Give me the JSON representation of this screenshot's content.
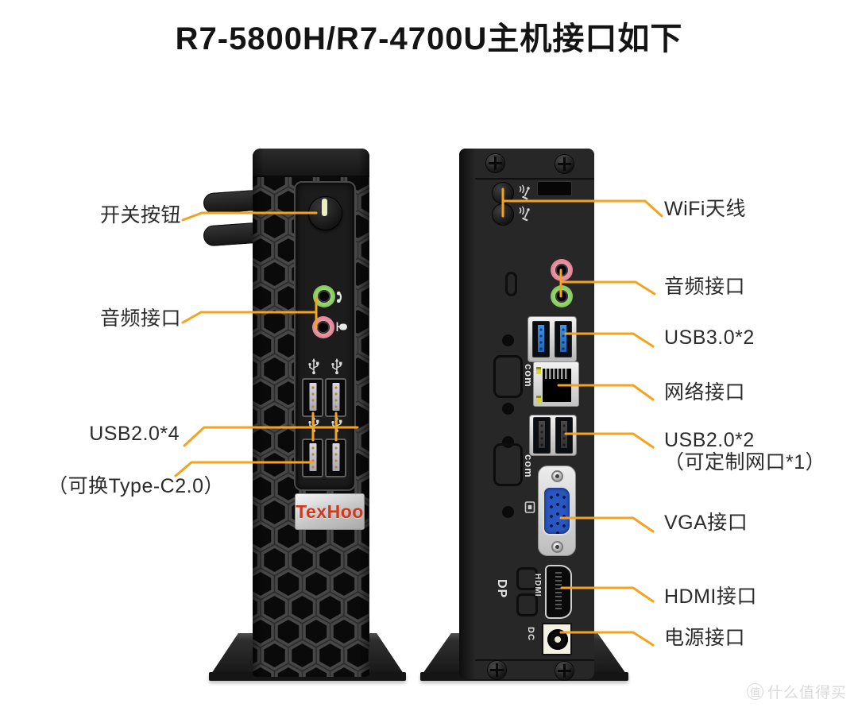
{
  "title": "R7-5800H/R7-4700U主机接口如下",
  "front_view": {
    "logo": "TexHoo",
    "labels": {
      "power_button": "开关按钮",
      "audio": "音频接口",
      "usb": "USB2.0*4",
      "usb_note": "（可换Type-C2.0）"
    }
  },
  "rear_view": {
    "labels": {
      "wifi": "WiFi天线",
      "audio": "音频接口",
      "usb3": "USB3.0*2",
      "lan": "网络接口",
      "usb2": "USB2.0*2",
      "usb2_note": "（可定制网口*1）",
      "vga": "VGA接口",
      "hdmi": "HDMI接口",
      "power": "电源接口"
    },
    "port_markings": {
      "com1": "com",
      "com2": "com",
      "hdmi": "HDMI",
      "dp": "DP",
      "dc": "DC"
    }
  },
  "watermark": {
    "badge": "值",
    "text": "什么值得买"
  },
  "colors": {
    "leader_line": "#F5A31E",
    "headphone_jack_green": "#7CC653",
    "mic_jack_pink": "#DF7F93",
    "usb3_blue": "#2E7FD0",
    "vga_blue": "#2A57C2",
    "logo_red": "#D5371D"
  }
}
